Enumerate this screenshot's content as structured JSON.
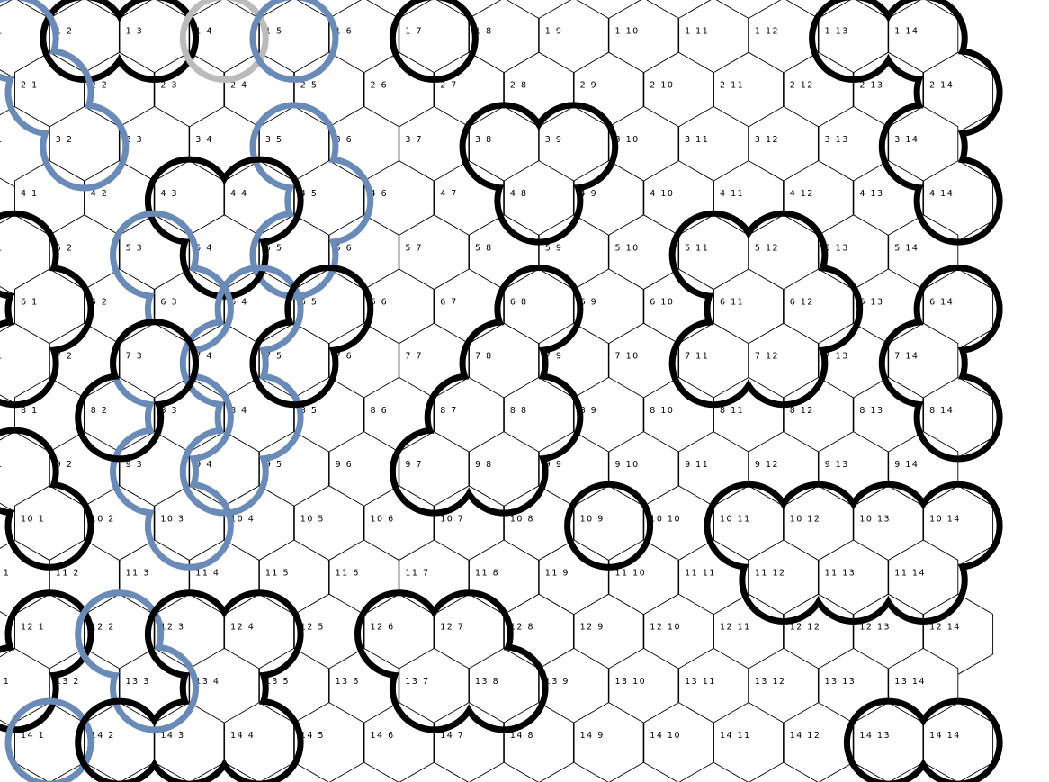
{
  "grid": {
    "rows": 14,
    "cols": 14,
    "label_format": "{row} {col}",
    "cell_fill": "#ffffff",
    "cell_stroke": "#000000"
  },
  "outline_colors": {
    "black": "#000000",
    "blue": "#6a8ab8",
    "grey": "#bbbbbb"
  },
  "regions": [
    {
      "name": "region-black-1",
      "color": "black",
      "cells": [
        [
          1,
          2
        ],
        [
          1,
          3
        ]
      ]
    },
    {
      "name": "region-grey-1",
      "color": "grey",
      "cells": [
        [
          1,
          4
        ]
      ]
    },
    {
      "name": "region-black-2",
      "color": "black",
      "cells": [
        [
          1,
          7
        ]
      ]
    },
    {
      "name": "region-black-3",
      "color": "black",
      "cells": [
        [
          1,
          13
        ],
        [
          1,
          14
        ],
        [
          2,
          14
        ],
        [
          3,
          14
        ],
        [
          4,
          14
        ]
      ]
    },
    {
      "name": "region-blue-1",
      "color": "blue",
      "cells": [
        [
          1,
          1
        ],
        [
          2,
          1
        ],
        [
          3,
          2
        ]
      ]
    },
    {
      "name": "region-blue-2",
      "color": "blue",
      "cells": [
        [
          1,
          5
        ]
      ]
    },
    {
      "name": "region-blue-3",
      "color": "blue",
      "cells": [
        [
          3,
          5
        ],
        [
          4,
          5
        ],
        [
          5,
          5
        ]
      ]
    },
    {
      "name": "region-black-4",
      "color": "black",
      "cells": [
        [
          3,
          8
        ],
        [
          3,
          9
        ],
        [
          4,
          8
        ]
      ]
    },
    {
      "name": "region-black-5",
      "color": "black",
      "cells": [
        [
          4,
          3
        ],
        [
          4,
          4
        ],
        [
          5,
          4
        ]
      ]
    },
    {
      "name": "region-black-6",
      "color": "black",
      "cells": [
        [
          5,
          1
        ],
        [
          6,
          1
        ],
        [
          7,
          1
        ]
      ]
    },
    {
      "name": "region-blue-4",
      "color": "blue",
      "cells": [
        [
          5,
          3
        ],
        [
          6,
          3
        ],
        [
          7,
          3
        ],
        [
          8,
          3
        ],
        [
          9,
          3
        ],
        [
          10,
          3
        ]
      ]
    },
    {
      "name": "region-blue-5",
      "color": "blue",
      "cells": [
        [
          6,
          4
        ],
        [
          7,
          4
        ],
        [
          8,
          4
        ],
        [
          9,
          4
        ]
      ]
    },
    {
      "name": "region-black-7",
      "color": "black",
      "cells": [
        [
          5,
          11
        ],
        [
          5,
          12
        ],
        [
          6,
          11
        ],
        [
          6,
          12
        ],
        [
          7,
          11
        ],
        [
          7,
          12
        ]
      ]
    },
    {
      "name": "region-black-8",
      "color": "black",
      "cells": [
        [
          6,
          5
        ],
        [
          7,
          5
        ]
      ]
    },
    {
      "name": "region-black-9",
      "color": "black",
      "cells": [
        [
          6,
          8
        ],
        [
          7,
          8
        ],
        [
          8,
          7
        ],
        [
          8,
          8
        ],
        [
          9,
          7
        ],
        [
          9,
          8
        ]
      ]
    },
    {
      "name": "region-black-10",
      "color": "black",
      "cells": [
        [
          6,
          14
        ],
        [
          7,
          14
        ],
        [
          8,
          14
        ]
      ]
    },
    {
      "name": "region-black-11",
      "color": "black",
      "cells": [
        [
          7,
          3
        ],
        [
          8,
          2
        ]
      ]
    },
    {
      "name": "region-black-12",
      "color": "black",
      "cells": [
        [
          9,
          1
        ],
        [
          10,
          1
        ]
      ]
    },
    {
      "name": "region-black-13",
      "color": "black",
      "cells": [
        [
          10,
          9
        ]
      ]
    },
    {
      "name": "region-black-14",
      "color": "black",
      "cells": [
        [
          10,
          11
        ],
        [
          10,
          12
        ],
        [
          10,
          13
        ],
        [
          10,
          14
        ],
        [
          11,
          12
        ],
        [
          11,
          13
        ],
        [
          11,
          14
        ]
      ]
    },
    {
      "name": "region-black-15",
      "color": "black",
      "cells": [
        [
          12,
          1
        ],
        [
          13,
          1
        ]
      ]
    },
    {
      "name": "region-blue-6",
      "color": "blue",
      "cells": [
        [
          12,
          2
        ],
        [
          13,
          3
        ],
        [
          14,
          1
        ]
      ]
    },
    {
      "name": "region-black-16",
      "color": "black",
      "cells": [
        [
          12,
          3
        ],
        [
          12,
          4
        ],
        [
          13,
          4
        ],
        [
          14,
          2
        ],
        [
          14,
          3
        ],
        [
          14,
          4
        ]
      ]
    },
    {
      "name": "region-black-17",
      "color": "black",
      "cells": [
        [
          12,
          6
        ],
        [
          12,
          7
        ],
        [
          13,
          7
        ],
        [
          13,
          8
        ]
      ]
    },
    {
      "name": "region-black-18",
      "color": "black",
      "cells": [
        [
          14,
          13
        ],
        [
          14,
          14
        ]
      ]
    }
  ]
}
